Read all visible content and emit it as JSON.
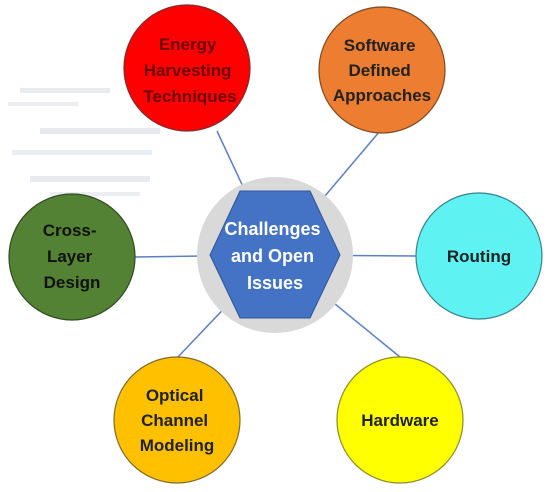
{
  "hub": {
    "lines": [
      "Challenges",
      "and Open",
      "Issues"
    ],
    "fill": "#4472c4",
    "ring_fill": "#d9d9d9"
  },
  "connector_color": "#5b7fc7",
  "nodes": [
    {
      "id": "energy-harvesting",
      "lines": [
        "Energy",
        "Harvesting",
        "Techniques"
      ],
      "fill": "#ff0000",
      "text_color": "#6b0000"
    },
    {
      "id": "software-defined",
      "lines": [
        "Software",
        "Defined",
        "Approaches"
      ],
      "fill": "#ed7d31",
      "text_color": "#222222"
    },
    {
      "id": "routing",
      "lines": [
        "Routing"
      ],
      "fill": "#5ff2f2",
      "text_color": "#222222"
    },
    {
      "id": "hardware",
      "lines": [
        "Hardware"
      ],
      "fill": "#ffff00",
      "text_color": "#222222"
    },
    {
      "id": "optical-channel-modeling",
      "lines": [
        "Optical",
        "Channel",
        "Modeling"
      ],
      "fill": "#ffc000",
      "text_color": "#222222"
    },
    {
      "id": "cross-layer-design",
      "lines": [
        "Cross-",
        "Layer",
        "Design"
      ],
      "fill": "#548235",
      "text_color": "#111111"
    }
  ]
}
